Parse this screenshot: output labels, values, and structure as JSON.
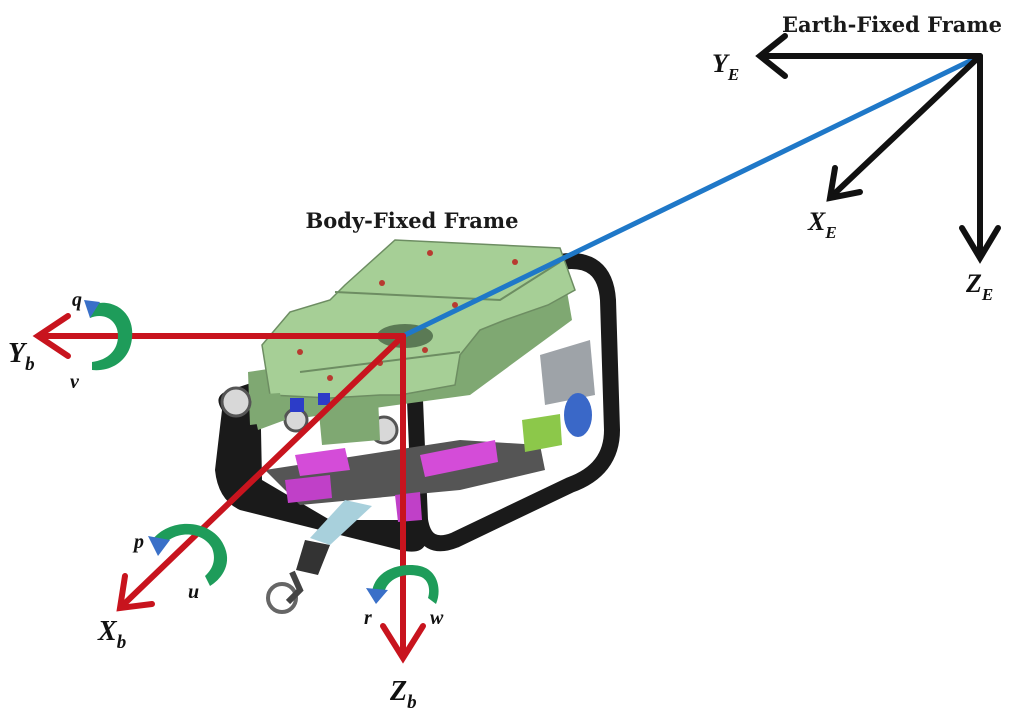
{
  "frames": {
    "earth": {
      "title": "Earth-Fixed Frame"
    },
    "body": {
      "title": "Body-Fixed Frame"
    }
  },
  "axes": {
    "earth": [
      {
        "id": "YE",
        "base": "Y",
        "sub": "E"
      },
      {
        "id": "XE",
        "base": "X",
        "sub": "E"
      },
      {
        "id": "ZE",
        "base": "Z",
        "sub": "E"
      }
    ],
    "body": [
      {
        "id": "Yb",
        "base": "Y",
        "sub": "b"
      },
      {
        "id": "Xb",
        "base": "X",
        "sub": "b"
      },
      {
        "id": "Zb",
        "base": "Z",
        "sub": "b"
      }
    ]
  },
  "rotations": {
    "yaw_y": {
      "rot": "q",
      "lin": "v"
    },
    "roll_x": {
      "rot": "p",
      "lin": "u"
    },
    "yaw_z": {
      "rot": "r",
      "lin": "w"
    }
  },
  "colors": {
    "body_axes": "#c8141e",
    "earth_axes": "#111111",
    "link_line": "#1f78c8",
    "rotation_arrows": "#1e9c5a",
    "vehicle_top": "#a6cf96",
    "vehicle_frame": "#1a1a1a",
    "vehicle_accent": "#d44cd8"
  }
}
